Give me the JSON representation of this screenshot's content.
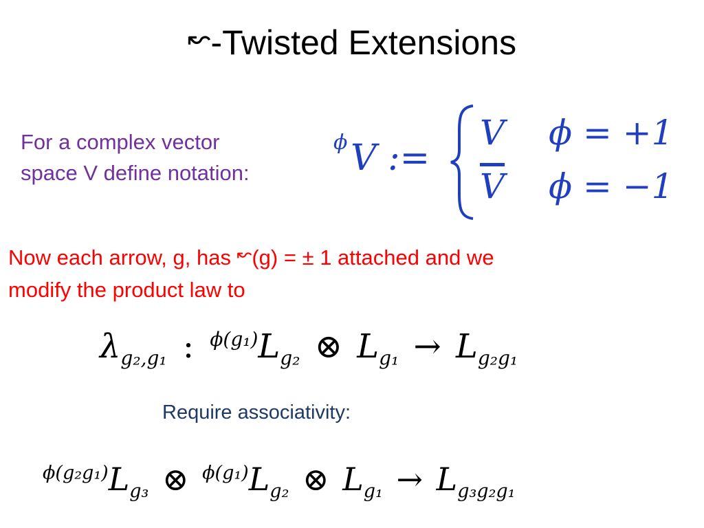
{
  "slide": {
    "title_symbol": "↜",
    "title_text": "-Twisted Extensions",
    "notation_line1": "For a complex vector",
    "notation_line2": "space V define notation:",
    "formula1": {
      "left": "V :=",
      "left_sup": "ϕ",
      "case1_value": "V",
      "case1_cond": "ϕ = +1",
      "case2_value": "V",
      "case2_cond": "ϕ = −1"
    },
    "arrow_line1_pre": "Now each arrow, g, has ",
    "arrow_symbol": "↜",
    "arrow_line1_post": "(g) = ± 1  attached and we",
    "arrow_line2": "modify the product law to",
    "formula2": {
      "lambda": "λ",
      "lambda_sub": "g₂,g₁",
      "colon": ":",
      "twist_sup": "ϕ(g₁)",
      "L": "L",
      "sub_g2": "g₂",
      "otimes": "⊗",
      "sub_g1": "g₁",
      "arrow": "→",
      "sub_g2g1": "g₂g₁"
    },
    "associativity_label": "Require associativity:",
    "formula3": {
      "twist_sup_a": "ϕ(g₂g₁)",
      "L": "L",
      "sub_g3": "g₃",
      "otimes": "⊗",
      "twist_sup_b": "ϕ(g₁)",
      "sub_g2": "g₂",
      "sub_g1": "g₁",
      "arrow": "→",
      "sub_g3g2g1": "g₃g₂g₁"
    },
    "colors": {
      "notation_text": "#7030a0",
      "arrow_text": "#ff0000",
      "associativity_text": "#1f3864",
      "formula1": "#1f3fbf"
    }
  }
}
